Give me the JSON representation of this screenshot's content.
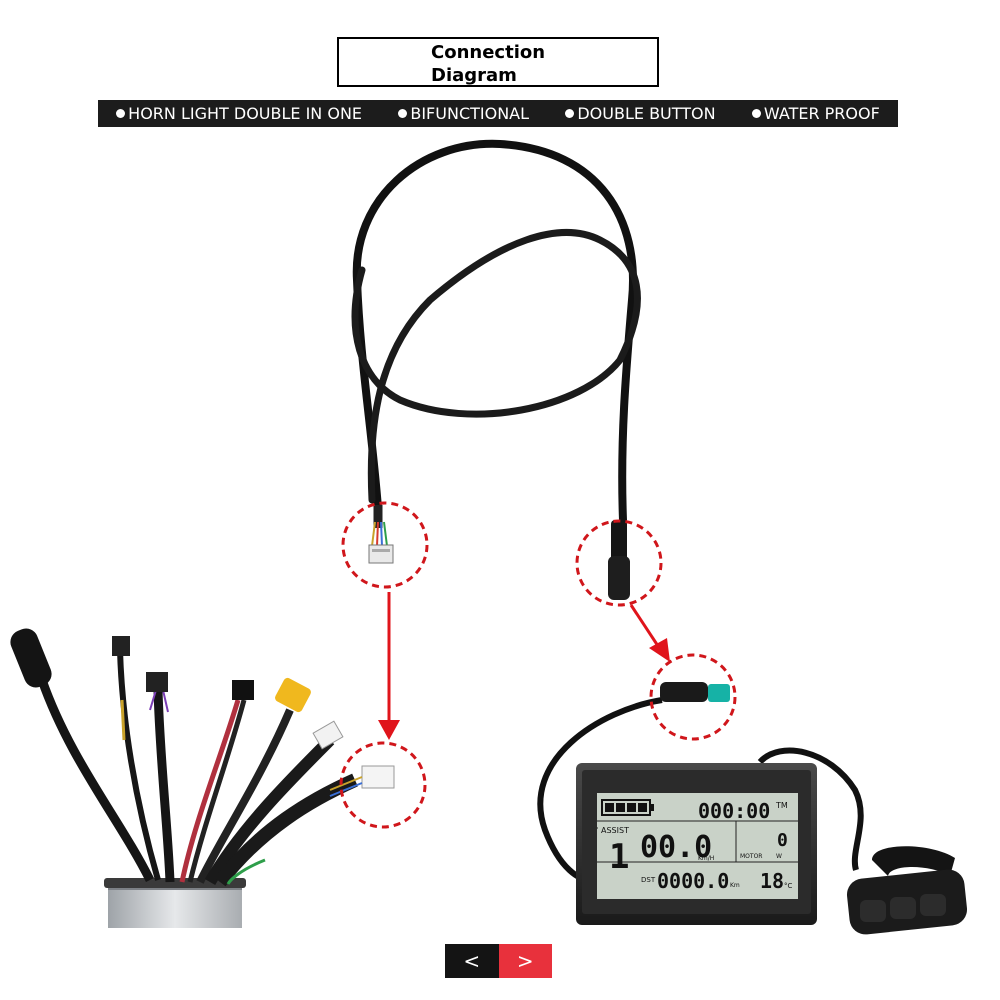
{
  "title": "Connection\nDiagram",
  "features": [
    "HORN LIGHT DOUBLE IN ONE",
    "BIFUNCTIONAL",
    "DOUBLE BUTTON",
    "WATER PROOF"
  ],
  "lcd": {
    "time": "000:00",
    "tm": "TM",
    "assist_label": "ASSIST",
    "assist_level": "1",
    "speed": "00.0",
    "speed_unit": "Km/H",
    "motor_value": "0",
    "motor_label": "MOTOR",
    "motor_unit": "W",
    "dst_label": "DST",
    "distance": "0000.0",
    "distance_unit": "Km",
    "temperature": "18",
    "temp_unit": "°C"
  },
  "nav": {
    "prev": "<",
    "next": ">"
  },
  "colors": {
    "accent_red": "#e8313c",
    "dashed_circle": "#d0161b",
    "arrow": "#e0141b",
    "bar": "#1c1c1c"
  }
}
